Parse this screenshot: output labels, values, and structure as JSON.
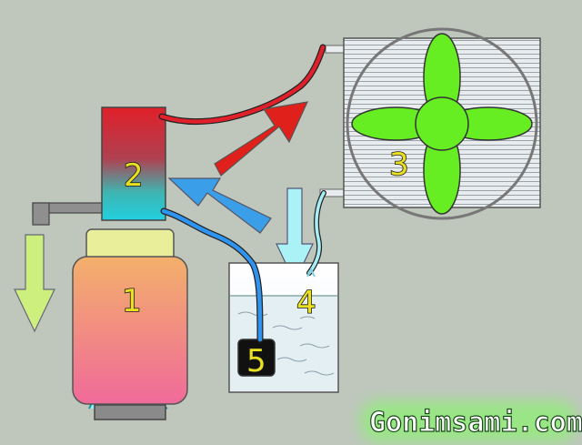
{
  "diagram": {
    "labels": {
      "boiler": "1",
      "condenser_unit": "2",
      "radiator_fan": "3",
      "water_tank": "4",
      "pump": "5"
    },
    "watermark": "Gonimsami.com"
  }
}
